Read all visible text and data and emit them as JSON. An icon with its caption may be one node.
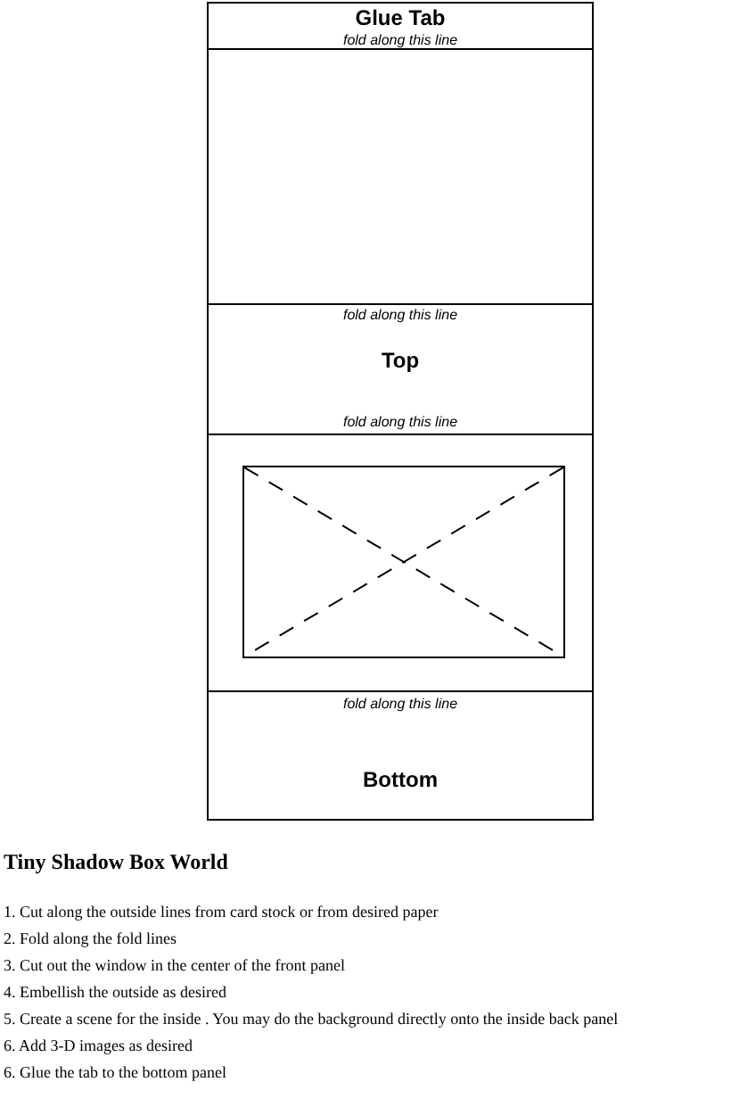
{
  "diagram": {
    "title": "Tiny Shadow Box World",
    "nodes": [
      {
        "text": [
          "Glue Tab",
          "fold along this line"
        ]
      },
      {
        "text": [],
        "shape": "box"
      },
      {
        "text": [
          "fold along this line",
          "Top",
          "fold along this line"
        ]
      },
      {
        "text": [],
        "shape": "box"
      },
      {
        "text": [],
        "shape": "box",
        "in": 3
      },
      {
        "text": [
          "fold along this line",
          "Bottom"
        ]
      }
    ],
    "edges": [],
    "labels": [
      "1. Cut along the outside lines from card stock or from desired paper",
      "2. Fold along the fold lines",
      "3. Cut out the window in the center of the front panel",
      "4. Embellish the outside as desired",
      "5. Create a scene for the inside . You may do the background directly onto the inside back panel",
      "6. Add 3-D images as desired",
      "6. Glue the tab to the bottom panel"
    ]
  }
}
